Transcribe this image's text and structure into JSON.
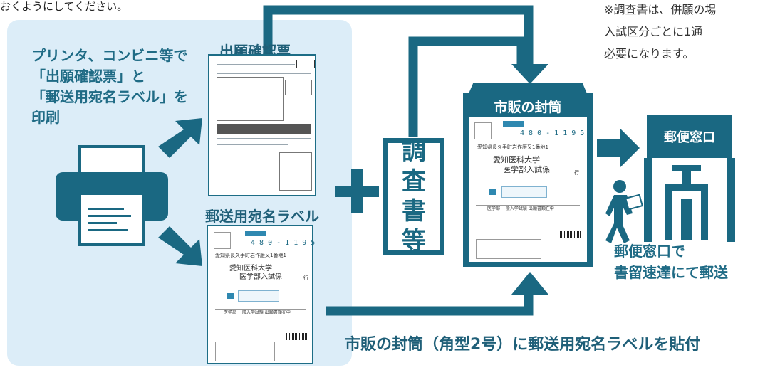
{
  "header": {
    "top_note": "おくようにしてください。"
  },
  "left_panel": {
    "instruction_lines": [
      "プリンタ、コンビニ等で",
      "「出願確認票」と",
      "「郵送用宛名ラベル」を",
      "印刷"
    ]
  },
  "documents": {
    "confirmation_slip_label": "出願確認票",
    "mailing_label_title": "郵送用宛名ラベル",
    "label_address": "愛知県長久手町岩作雁又1番地1",
    "label_school_name": "愛知医科大学",
    "label_department": "医学部入試係",
    "label_suffix": "行",
    "label_zip": "4 8 0 - 1 1 9 5",
    "label_mid_text": "医学部  一般入学試験  出願書類在中"
  },
  "plus_symbol": "+",
  "survey_box": {
    "chars": [
      "調",
      "査",
      "書",
      "等"
    ]
  },
  "envelope": {
    "title": "市販の封筒"
  },
  "side_note": {
    "lines": [
      "※調査書は、併願の場",
      "入試区分ごとに1通",
      "必要になります。"
    ]
  },
  "post_office": {
    "badge": "郵便窓口",
    "caption_lines": [
      "郵便窓口で",
      "書留速達にて郵送"
    ]
  },
  "bottom_caption": "市販の封筒（角型2号）に郵送用宛名ラベルを貼付",
  "colors": {
    "primary": "#1a6882",
    "panel": "#dcedf8"
  }
}
